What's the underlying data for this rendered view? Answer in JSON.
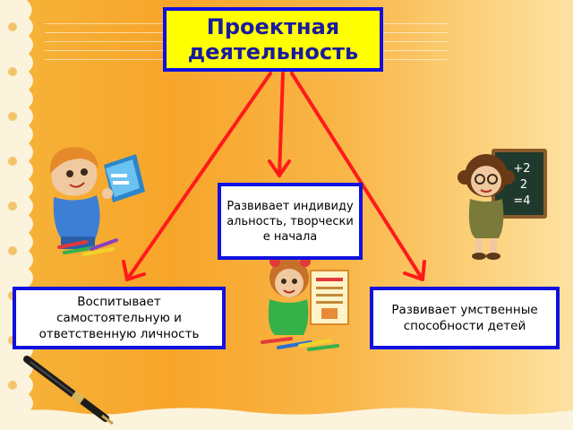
{
  "title": "Проектная деятельность",
  "nodes": {
    "center": "Развивает индивидуальность, творческие начала",
    "left": "Воспитывает самостоятельную и ответственную личность",
    "right": "Развивает умственные способности детей"
  },
  "blackboard": {
    "line1": "+2",
    "line2": "2",
    "line3": "=4"
  },
  "colors": {
    "title_fill": "#ffff00",
    "title_text": "#1a1aa0",
    "box_border": "#1010e0",
    "arrow": "#ff1a1a"
  }
}
